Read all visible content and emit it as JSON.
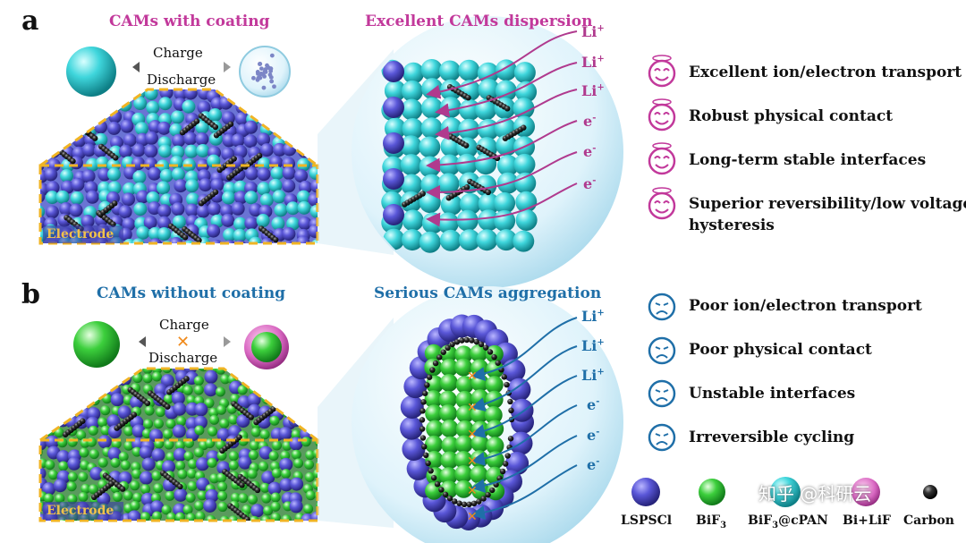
{
  "panel_a": {
    "letter": "a",
    "left_title": "CAMs with coating",
    "right_title": "Excellent CAMs dispersion",
    "charge": "Charge",
    "discharge": "Discharge",
    "electrode": "Electrode",
    "ions": [
      "Li",
      "Li",
      "Li",
      "e",
      "e",
      "e"
    ],
    "li_sup": "+",
    "e_sup": "-",
    "features": [
      "Excellent ion/electron transport",
      "Robust physical contact",
      "Long-term stable interfaces",
      "Superior reversibility/low voltage",
      "hysteresis"
    ],
    "colors": {
      "accent": "#c2399b",
      "coat": "#3fd6dc"
    }
  },
  "panel_b": {
    "letter": "b",
    "left_title": "CAMs without coating",
    "right_title": "Serious CAMs aggregation",
    "charge": "Charge",
    "discharge": "Discharge",
    "electrode": "Electrode",
    "ions": [
      "Li",
      "Li",
      "Li",
      "e",
      "e",
      "e"
    ],
    "li_sup": "+",
    "e_sup": "-",
    "features": [
      "Poor ion/electron transport",
      "Poor physical contact",
      "Unstable interfaces",
      "Irreversible cycling"
    ],
    "colors": {
      "accent": "#1f6fa8",
      "cam": "#3ccf3c"
    }
  },
  "legend": {
    "lspscl": "LSPSCl",
    "bif3": "BiF",
    "bif3_sub": "3",
    "bif3_cpan_a": "BiF",
    "bif3_cpan_sub": "3",
    "bif3_cpan_b": "@cPAN",
    "bi_lif": "Bi+LiF",
    "carbon": "Carbon"
  },
  "watermark": "知乎 @科研云"
}
